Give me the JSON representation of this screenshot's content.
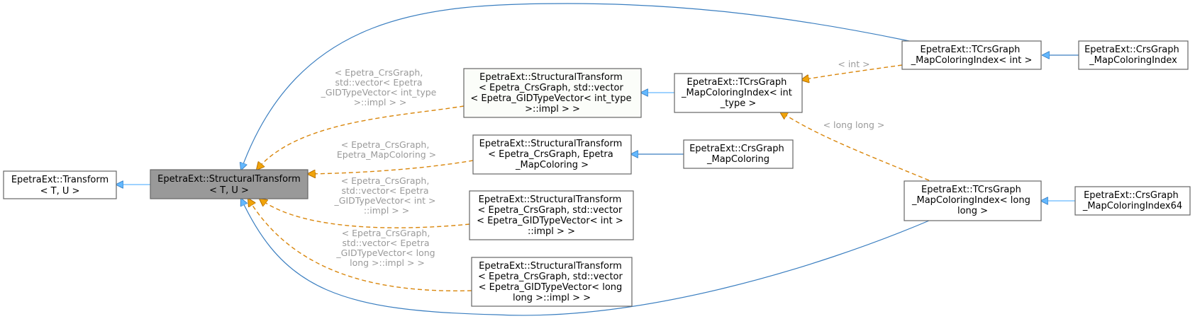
{
  "nodes": {
    "transform": {
      "lines": [
        "EpetraExt::Transform",
        "< T, U >"
      ]
    },
    "structural_transform": {
      "lines": [
        "EpetraExt::StructuralTransform",
        "< T, U >"
      ]
    },
    "st_int_type": {
      "lines": [
        "EpetraExt::StructuralTransform",
        "< Epetra_CrsGraph, std::vector",
        "< Epetra_GIDTypeVector< int_type",
        ">::impl > >"
      ]
    },
    "st_map_coloring": {
      "lines": [
        "EpetraExt::StructuralTransform",
        "< Epetra_CrsGraph, Epetra",
        "_MapColoring >"
      ]
    },
    "st_int": {
      "lines": [
        "EpetraExt::StructuralTransform",
        "< Epetra_CrsGraph, std::vector",
        "< Epetra_GIDTypeVector< int >",
        "::impl > >"
      ]
    },
    "st_long_long": {
      "lines": [
        "EpetraExt::StructuralTransform",
        "< Epetra_CrsGraph, std::vector",
        "< Epetra_GIDTypeVector< long",
        "long >::impl > >"
      ]
    },
    "tcrs_int_type": {
      "lines": [
        "EpetraExt::TCrsGraph",
        "_MapColoringIndex< int",
        "_type >"
      ]
    },
    "crs_map_coloring": {
      "lines": [
        "EpetraExt::CrsGraph",
        "_MapColoring"
      ]
    },
    "tcrs_int": {
      "lines": [
        "EpetraExt::TCrsGraph",
        "_MapColoringIndex< int >"
      ]
    },
    "crs_index": {
      "lines": [
        "EpetraExt::CrsGraph",
        "_MapColoringIndex"
      ]
    },
    "tcrs_long_long": {
      "lines": [
        "EpetraExt::TCrsGraph",
        "_MapColoringIndex< long",
        "long >"
      ]
    },
    "crs_index64": {
      "lines": [
        "EpetraExt::CrsGraph",
        "_MapColoringIndex64"
      ]
    }
  },
  "edge_labels": {
    "int_type": [
      "< Epetra_CrsGraph,",
      "std::vector< Epetra",
      "_GIDTypeVector< int_type",
      ">::impl > >"
    ],
    "map_coloring": [
      "< Epetra_CrsGraph,",
      "Epetra_MapColoring >"
    ],
    "int": [
      "< Epetra_CrsGraph,",
      "std::vector< Epetra",
      "_GIDTypeVector< int >",
      "::impl > >"
    ],
    "long_long": [
      "< Epetra_CrsGraph,",
      "std::vector< Epetra",
      "_GIDTypeVector< long",
      "long >::impl > >"
    ],
    "tcrs_int": [
      "< int >"
    ],
    "tcrs_long_long": [
      "< long long >"
    ]
  },
  "colors": {
    "inheritance": "#63b8ff",
    "template_instance": "#d9860b",
    "curve": "#3a7ec0",
    "current_node_fill": "#999999"
  }
}
